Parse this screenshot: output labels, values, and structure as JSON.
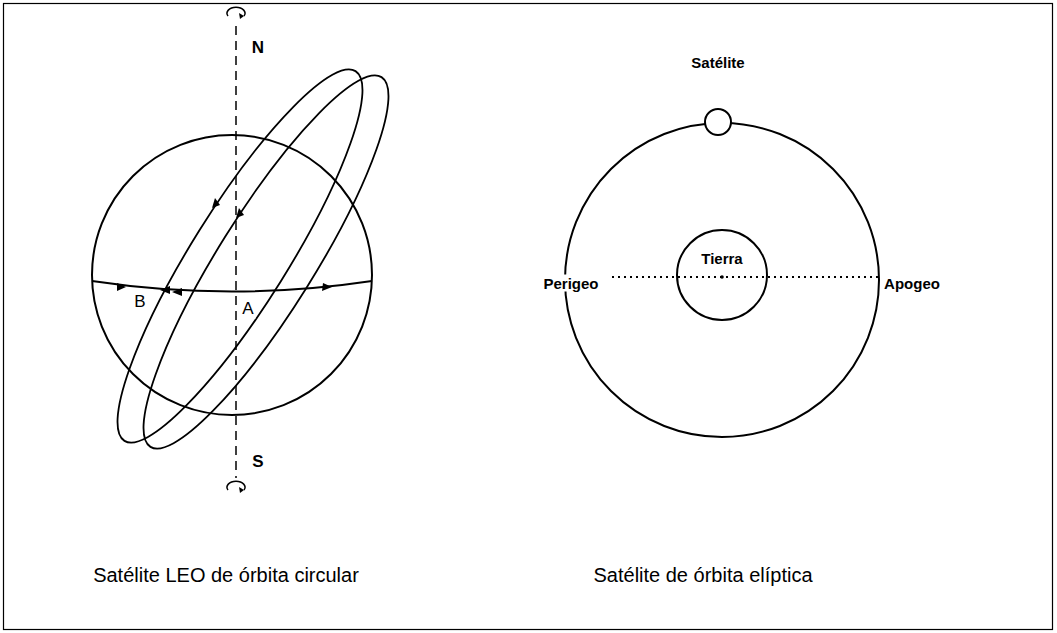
{
  "diagram": {
    "nodes": [
      {
        "text": [
          "Satélite"
        ]
      },
      {
        "text": [
          "Tierra"
        ]
      }
    ],
    "labels": [
      "N",
      "S",
      "A",
      "B",
      "Perigeo",
      "Apogeo",
      "Satélite LEO de órbita circular",
      "Satélite de órbita elíptica"
    ]
  }
}
